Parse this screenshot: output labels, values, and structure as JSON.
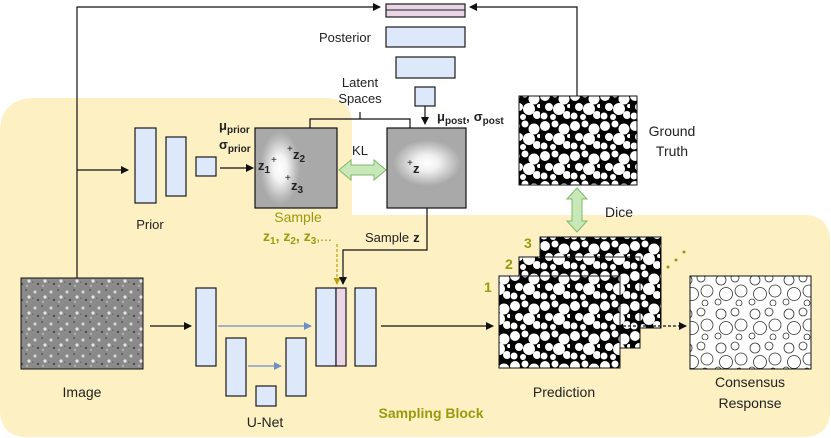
{
  "labels": {
    "posterior": "Posterior",
    "latent_spaces_1": "Latent",
    "latent_spaces_2": "Spaces",
    "prior": "Prior",
    "kl": "KL",
    "mu": "μ",
    "sigma": "σ",
    "prior_sub": "prior",
    "post_sub": "post",
    "comma": ",",
    "sample": "Sample",
    "z": "z",
    "z1": "z",
    "z2": "z",
    "z3": "z",
    "sub1": "1",
    "sub2": "2",
    "sub3": "3",
    "samples_list_tail": ",...",
    "sample_z": "Sample",
    "ground_truth_1": "Ground",
    "ground_truth_2": "Truth",
    "dice": "Dice",
    "image": "Image",
    "unet": "U-Net",
    "sampling_block": "Sampling Block",
    "prediction": "Prediction",
    "consensus_1": "Consensus",
    "consensus_2": "Response",
    "num1": "1",
    "num2": "2",
    "num3": "3",
    "plus": "+"
  },
  "colors": {
    "block_fill": "#dde8fb",
    "pink_fill": "#ead5e6",
    "sampling_region": "#fdf0c2",
    "olive_text": "#9a9a10",
    "arrow_blue": "#6f8fc6",
    "kl_arrow": "#c9e8b8"
  }
}
